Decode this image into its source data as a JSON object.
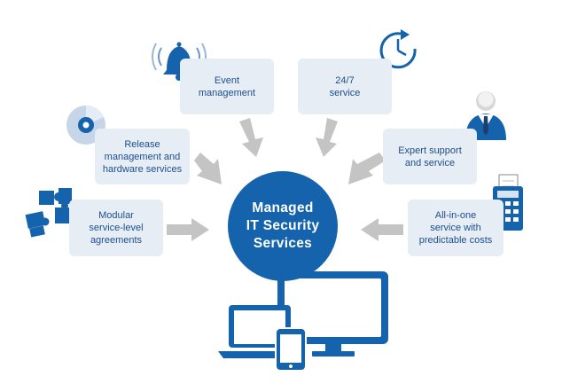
{
  "center": {
    "line1": "Managed",
    "line2": "IT Security",
    "line3": "Services"
  },
  "boxes": {
    "event": {
      "line1": "Event",
      "line2": "management"
    },
    "service247": {
      "line1": "24/7",
      "line2": "service"
    },
    "release": {
      "line1": "Release",
      "line2": "management and",
      "line3": "hardware services"
    },
    "expert": {
      "line1": "Expert support",
      "line2": "and service"
    },
    "modular": {
      "line1": "Modular",
      "line2": "service-level",
      "line3": "agreements"
    },
    "allinone": {
      "line1": "All-in-one",
      "line2": "service with",
      "line3": "predictable costs"
    }
  },
  "colors": {
    "primary": "#1563ad",
    "box_bg": "#e7edf5",
    "box_text": "#1d4f8c",
    "arrow": "#c4c4c4"
  },
  "icons": [
    "alarm-bell-icon",
    "clock-icon",
    "cd-disc-icon",
    "support-person-icon",
    "puzzle-icon",
    "calculator-icon",
    "devices-icon"
  ]
}
